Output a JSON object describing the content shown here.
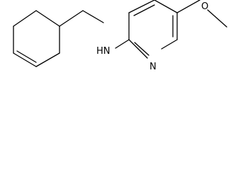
{
  "molecule": {
    "atoms": {
      "amine": "HN",
      "pyridine_nitrogen": "N",
      "methoxy_oxygen": "O"
    }
  }
}
